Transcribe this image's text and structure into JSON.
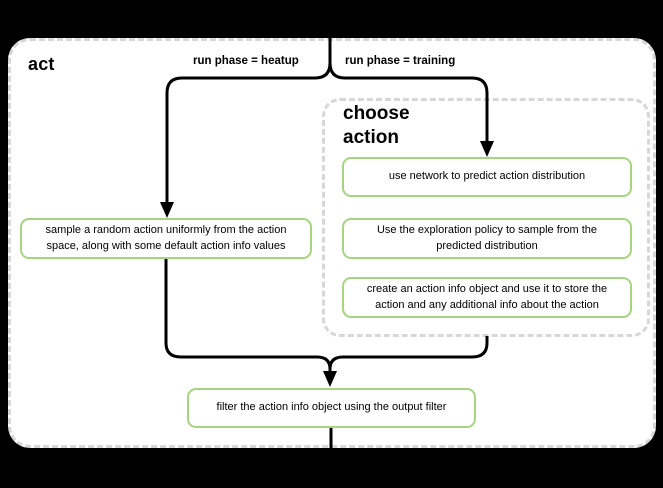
{
  "colors": {
    "background": "#000000",
    "panel_fill": "#ffffff",
    "dashed_border": "#d7d7d7",
    "node_border": "#a5d67f",
    "connector": "#000000",
    "text": "#000000"
  },
  "diagram": {
    "title": "act",
    "branches": {
      "heatup_label": "run phase = heatup",
      "training_label": "run phase = training"
    },
    "group": {
      "title": "choose action"
    },
    "nodes": {
      "sample_random": "sample a random action uniformly from the action space, along with some default action info values",
      "predict": "use network to predict action distribution",
      "explore": "Use the exploration policy to sample from the predicted distribution",
      "action_info": "create an action info object and use it to store the action and any additional info about the action",
      "filter": "filter the action info object using the output filter"
    }
  }
}
